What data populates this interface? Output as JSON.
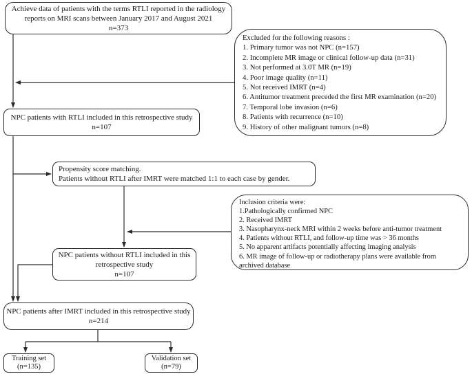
{
  "figure": {
    "type": "flowchart",
    "colors": {
      "line": "#2b2b2b",
      "border": "#2b2b2b",
      "text": "#1a1a1a",
      "background": "#ffffff"
    },
    "boxes": {
      "acquisition": {
        "lines": [
          "Achieve data of patients with the terms RTLI reported in the radiology",
          "reports on MRI scans between January 2017 and August 2021",
          "n=373"
        ]
      },
      "excluded": {
        "title": "Excluded for the following reasons :",
        "items": [
          "1. Primary tumor was not NPC (n=157)",
          "2. Incomplete MR image or clinical follow-up data (n=31)",
          "3. Not performed at 3.0T MR (n=19)",
          "4. Poor image quality (n=11)",
          "5. Not received IMRT (n=4)",
          "6. Antitumor treatment preceded the first MR examination (n=20)",
          "7. Temporal lobe invasion (n=6)",
          "8. Patients with recurrence (n=10)",
          "9. History of other malignant tumors (n=8)"
        ]
      },
      "with_rtli": {
        "lines": [
          "NPC patients with RTLI included in this retrospective study",
          "n=107"
        ]
      },
      "propensity": {
        "lines": [
          "Propensity score matching.",
          "Patients without RTLI after IMRT were matched 1:1 to each case by gender."
        ]
      },
      "inclusion": {
        "title": "Inclusion criteria were:",
        "items": [
          "1.Pathologically confirmed NPC",
          "2. Received IMRT",
          "3. Nasopharynx-neck MRI within 2 weeks before anti-tumor treatment",
          "4. Patients without RTLI, and follow-up time was > 36 months",
          "5. No apparent artifacts potentially affecting imaging analysis",
          "6. MR image of follow-up or radiotherapy plans were available from\narchived database"
        ]
      },
      "without_rtli": {
        "lines": [
          "NPC patients without RTLI included in this",
          "retrospective study",
          "n=107"
        ]
      },
      "after_imrt": {
        "lines": [
          "NPC patients after IMRT included in this retrospective study",
          "n=214"
        ]
      },
      "training": {
        "lines": [
          "Training set",
          "(n=135)"
        ]
      },
      "validation": {
        "lines": [
          "Validation set",
          "(n=79)"
        ]
      }
    }
  }
}
